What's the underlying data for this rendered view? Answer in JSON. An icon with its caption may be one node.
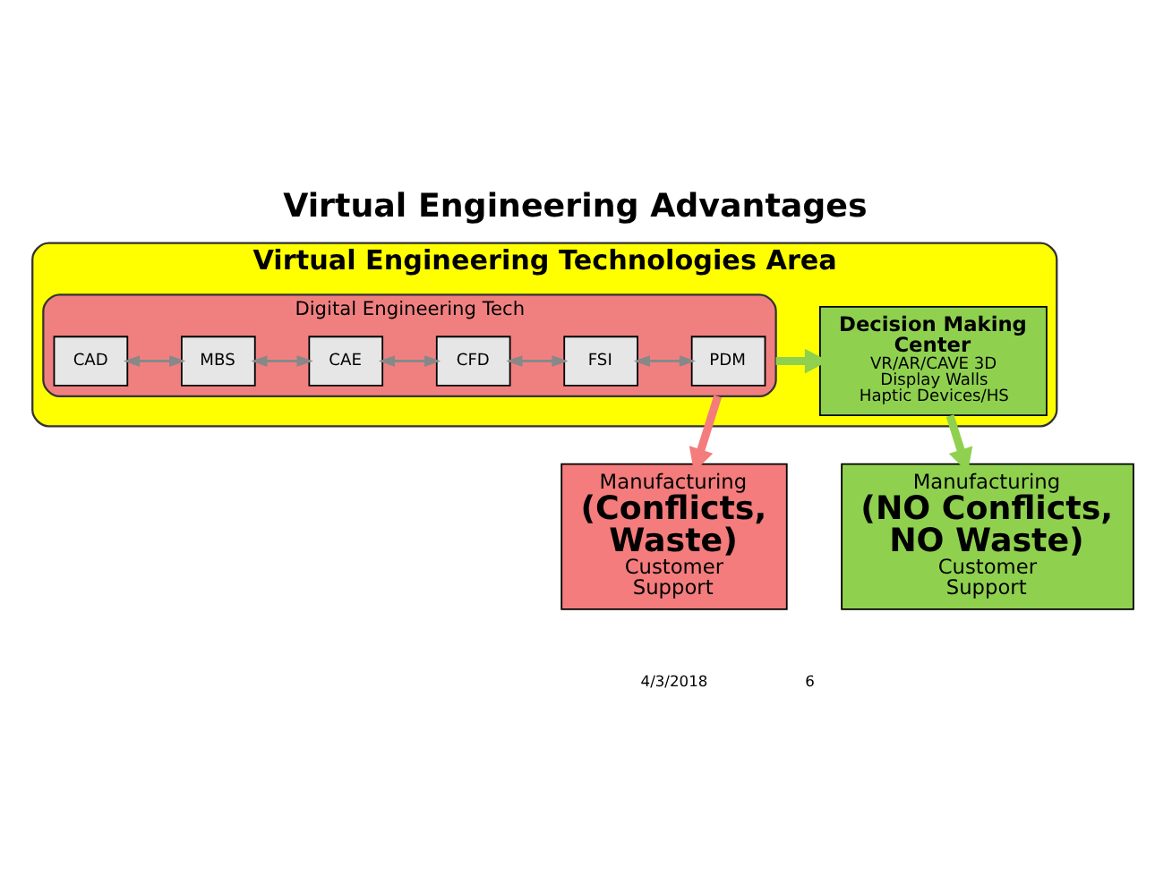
{
  "diagram": {
    "title": "Virtual Engineering Advantages",
    "nodes": [
      {
        "text": [
          "Virtual Engineering Technologies Area"
        ]
      },
      {
        "text": [
          "Digital Engineering Tech"
        ],
        "in": 0
      },
      {
        "text": [
          "CAD"
        ],
        "in": 1
      },
      {
        "text": [
          "MBS"
        ],
        "in": 1
      },
      {
        "text": [
          "CAE"
        ],
        "in": 1
      },
      {
        "text": [
          "CFD"
        ],
        "in": 1
      },
      {
        "text": [
          "FSI"
        ],
        "in": 1
      },
      {
        "text": [
          "PDM"
        ],
        "in": 1
      },
      {
        "text": [
          "Decision Making Center",
          "VR/AR/CAVE 3D Display Walls Haptic Devices/HS"
        ],
        "in": 0
      },
      {
        "text": [
          "Manufacturing",
          "(Conflicts, Waste)",
          "Customer Support"
        ]
      },
      {
        "text": [
          "Manufacturing",
          "(NO Conflicts, NO Waste)",
          "Customer Support"
        ]
      }
    ],
    "edges": [
      {
        "from": 2,
        "to": 3,
        "arrow": "both"
      },
      {
        "from": 3,
        "to": 4,
        "arrow": "both"
      },
      {
        "from": 4,
        "to": 5,
        "arrow": "both"
      },
      {
        "from": 5,
        "to": 6,
        "arrow": "both"
      },
      {
        "from": 6,
        "to": 7,
        "arrow": "both"
      },
      {
        "from": 1,
        "to": 8,
        "arrow": "to",
        "style": "thick",
        "color": "#8fd14f"
      },
      {
        "from": 1,
        "to": 9,
        "arrow": "to",
        "style": "thick",
        "color": "#f47c7c"
      },
      {
        "from": 8,
        "to": 10,
        "arrow": "to",
        "style": "thick",
        "color": "#8fd14f"
      }
    ],
    "labels": [
      "4/3/2018",
      "6"
    ]
  }
}
